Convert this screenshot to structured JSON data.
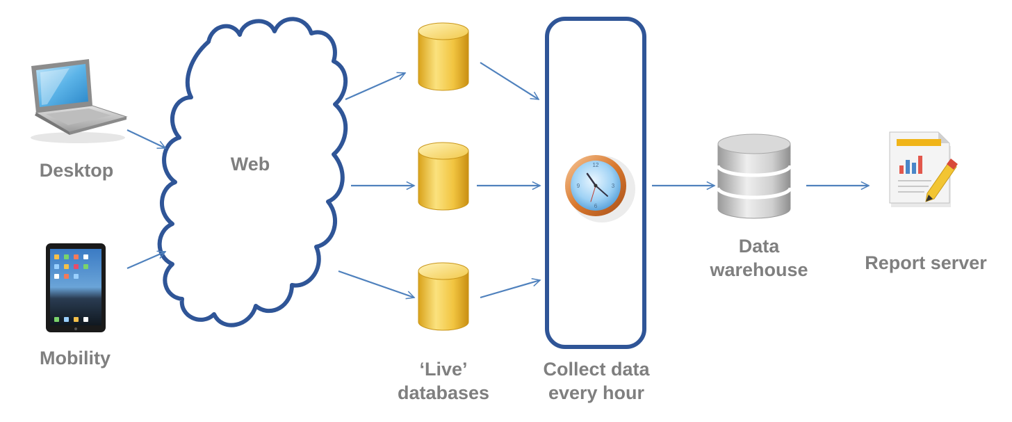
{
  "labels": {
    "desktop": "Desktop",
    "mobility": "Mobility",
    "web": "Web",
    "live_databases": [
      "‘Live’",
      "databases"
    ],
    "collect": [
      "Collect data",
      "every hour"
    ],
    "warehouse": [
      "Data",
      "warehouse"
    ],
    "report_server": "Report server"
  },
  "colors": {
    "label_text": "#7f7f7f",
    "outline_blue": "#2f5597",
    "arrow_blue": "#4f81bd",
    "db_gold": "#f0c33c",
    "warehouse_gray": "#c8c8c8"
  },
  "icons": {
    "desktop": "laptop-icon",
    "mobility": "tablet-icon",
    "web": "cloud-shape",
    "live_db": "database-cylinder-icon",
    "collector": "clock-icon",
    "warehouse": "database-stack-icon",
    "report": "report-document-icon"
  }
}
